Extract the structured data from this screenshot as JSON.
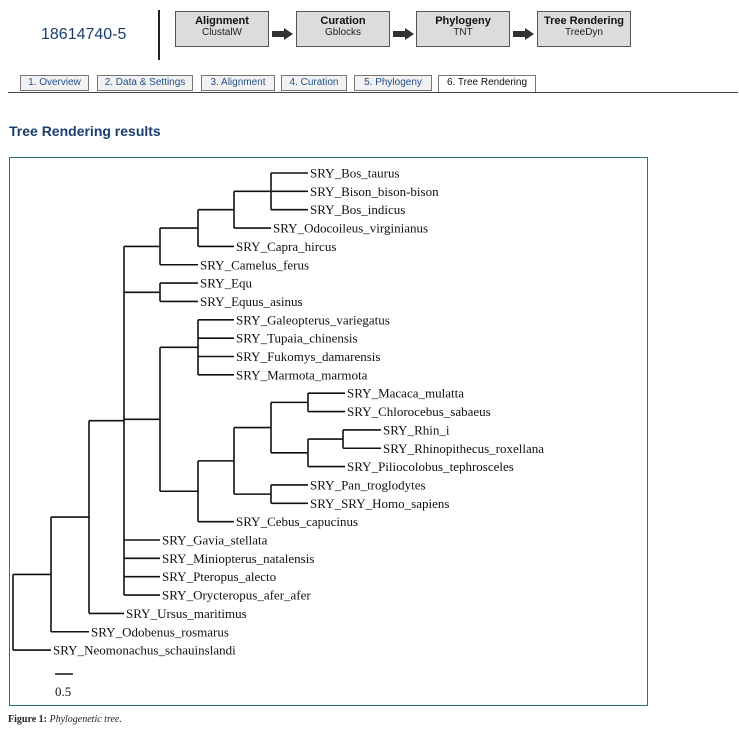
{
  "job_id": "18614740-5",
  "pipeline": [
    {
      "title": "Alignment",
      "tool": "ClustalW"
    },
    {
      "title": "Curation",
      "tool": "Gblocks"
    },
    {
      "title": "Phylogeny",
      "tool": "TNT"
    },
    {
      "title": "Tree Rendering",
      "tool": "TreeDyn"
    }
  ],
  "tabs": [
    {
      "label": "1. Overview"
    },
    {
      "label": "2. Data & Settings"
    },
    {
      "label": "3. Alignment"
    },
    {
      "label": "4. Curation"
    },
    {
      "label": "5. Phylogeny"
    },
    {
      "label": "6. Tree Rendering",
      "active": true
    }
  ],
  "section_title": "Tree Rendering results",
  "tree": {
    "leaves": [
      "SRY_Bos_taurus",
      "SRY_Bison_bison-bison",
      "SRY_Bos_indicus",
      "SRY_Odocoileus_virginianus",
      "SRY_Capra_hircus",
      "SRY_Camelus_ferus",
      "SRY_Equ",
      "SRY_Equus_asinus",
      "SRY_Galeopterus_variegatus",
      "SRY_Tupaia_chinensis",
      "SRY_Fukomys_damarensis",
      "SRY_Marmota_marmota",
      "SRY_Macaca_mulatta",
      "SRY_Chlorocebus_sabaeus",
      "SRY_Rhin_i",
      "SRY_Rhinopithecus_roxellana",
      "SRY_Piliocolobus_tephrosceles",
      "SRY_Pan_troglodytes",
      "SRY_SRY_Homo_sapiens",
      "SRY_Cebus_capucinus",
      "SRY_Gavia_stellata",
      "SRY_Miniopterus_natalensis",
      "SRY_Pteropus_alecto",
      "SRY_Orycteropus_afer_afer",
      "SRY_Ursus_maritimus",
      "SRY_Odobenus_rosmarus",
      "SRY_Neomonachus_schauinslandi"
    ],
    "scale_label": "0.5"
  },
  "caption": {
    "label": "Figure 1:",
    "text": "Phylogenetic tree."
  }
}
